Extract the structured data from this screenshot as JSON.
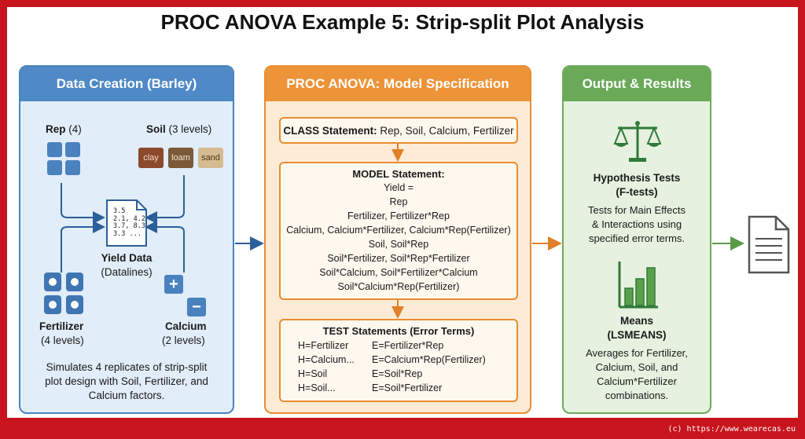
{
  "title": "PROC ANOVA Example 5: Strip-split Plot Analysis",
  "panels": {
    "data_creation": {
      "header": "Data Creation (Barley)",
      "rep_label": "Rep",
      "rep_count": "(4)",
      "soil_label": "Soil",
      "soil_levels": "(3 levels)",
      "soil_types": [
        "clay",
        "loam",
        "sand"
      ],
      "data_values": [
        "3.5",
        "2.1, 4.2",
        "3.7, 8.3",
        "3.3  ..."
      ],
      "yield_label": "Yield Data",
      "yield_sub": "(Datalines)",
      "fertilizer_label": "Fertilizer",
      "fertilizer_levels": "(4 levels)",
      "calcium_label": "Calcium",
      "calcium_levels": "(2 levels)",
      "plus": "+",
      "minus": "−",
      "summary": [
        "Simulates 4 replicates of strip-split",
        "plot design with Soil, Fertilizer, and",
        "Calcium factors."
      ]
    },
    "model_spec": {
      "header": "PROC ANOVA: Model Specification",
      "class_label": "CLASS Statement:",
      "class_vars": "Rep, Soil, Calcium, Fertilizer",
      "model_label": "MODEL Statement:",
      "model_lines": [
        "Yield =",
        "Rep",
        "Fertilizer, Fertilizer*Rep",
        "Calcium, Calcium*Fertilizer, Calcium*Rep(Fertilizer)",
        "Soil, Soil*Rep",
        "Soil*Fertilizer, Soil*Rep*Fertilizer",
        "Soil*Calcium, Soil*Fertilizer*Calcium",
        "Soil*Calcium*Rep(Fertilizer)"
      ],
      "test_label": "TEST Statements (Error Terms)",
      "tests": [
        {
          "h": "H=Fertilizer",
          "e": "E=Fertilizer*Rep"
        },
        {
          "h": "H=Calcium...",
          "e": "E=Calcium*Rep(Fertilizer)"
        },
        {
          "h": "H=Soil",
          "e": "E=Soil*Rep"
        },
        {
          "h": "H=Soil...",
          "e": "E=Soil*Fertilizer"
        }
      ]
    },
    "output": {
      "header": "Output & Results",
      "hyp_title": [
        "Hypothesis Tests",
        "(F-tests)"
      ],
      "hyp_desc": [
        "Tests for Main Effects",
        "& Interactions using",
        "specified error terms."
      ],
      "means_title": [
        "Means",
        "(LSMEANS)"
      ],
      "means_desc": [
        "Averages for Fertilizer,",
        "Calcium, Soil, and",
        "Calcium*Fertilizer",
        "combinations."
      ]
    }
  },
  "footer": "(c) https://www.wearecas.eu",
  "colors": {
    "frame": "#c8141c",
    "blue": "#4f89c6",
    "orange": "#ee9438",
    "green": "#69a957"
  }
}
